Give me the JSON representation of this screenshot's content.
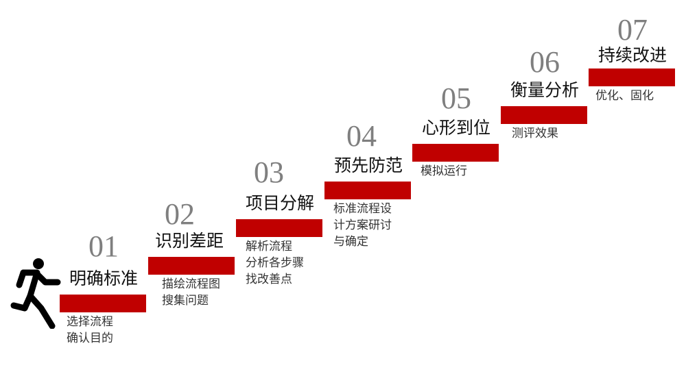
{
  "colors": {
    "bar": "#c00000",
    "number": "#7f7f7f",
    "title": "#111111",
    "desc": "#333333"
  },
  "icon": "running-person-icon",
  "steps": [
    {
      "number": "01",
      "title": "明确标准",
      "desc": "选择流程\n确认目的"
    },
    {
      "number": "02",
      "title": "识别差距",
      "desc": "描绘流程图\n搜集问题"
    },
    {
      "number": "03",
      "title": "项目分解",
      "desc": "解析流程\n分析各步骤\n找改善点"
    },
    {
      "number": "04",
      "title": "预先防范",
      "desc": "标准流程设\n计方案研讨\n与确定"
    },
    {
      "number": "05",
      "title": "心形到位",
      "desc": "模拟运行"
    },
    {
      "number": "06",
      "title": "衡量分析",
      "desc": "测评效果"
    },
    {
      "number": "07",
      "title": "持续改进",
      "desc": "优化、固化"
    }
  ]
}
